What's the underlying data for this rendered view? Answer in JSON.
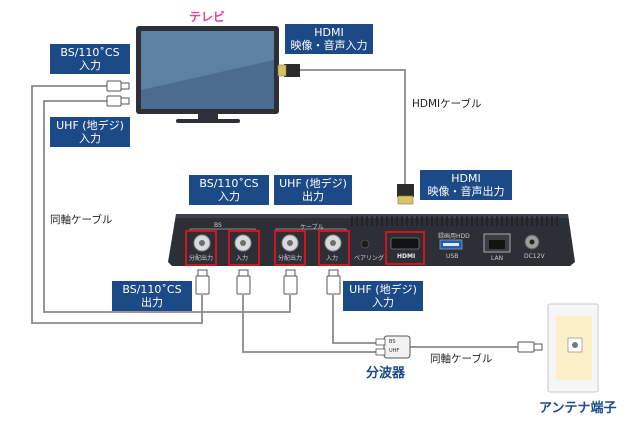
{
  "colors": {
    "label_box": "#1b4a87",
    "tv_label": "#e0439a",
    "device_title": "#1b4a87",
    "highlight": "#d0161c",
    "cable": "#888888",
    "device_body": "#2c2f36",
    "antenna_panel": "#fbf0c8"
  },
  "icons": {
    "tv": "tv-icon",
    "hdmi_plug": "hdmi-plug-icon",
    "rf_plug": "rf-plug-icon",
    "splitter": "splitter-icon",
    "antenna_outlet": "antenna-outlet-icon"
  },
  "tv": {
    "label": "テレビ",
    "hdmi_label_line1": "HDMI",
    "hdmi_label_line2": "映像・音声入力",
    "bs_label_line1": "BS/110˚CS",
    "bs_label_line2": "入力",
    "uhf_label_line1": "UHF (地デジ)",
    "uhf_label_line2": "入力"
  },
  "cables": {
    "hdmi": "HDMIケーブル",
    "coax_left": "同軸ケーブル",
    "coax_right": "同軸ケーブル"
  },
  "recorder": {
    "bs_input_line1": "BS/110˚CS",
    "bs_input_line2": "入力",
    "uhf_output_line1": "UHF (地デジ)",
    "uhf_output_line2": "出力",
    "hdmi_output_line1": "HDMI",
    "hdmi_output_line2": "映像・音声出力",
    "bs_output_line1": "BS/110˚CS",
    "bs_output_line2": "出力",
    "uhf_input_line1": "UHF (地デジ)",
    "uhf_input_line2": "入力",
    "ports": {
      "bs_group": "BS",
      "cable_group": "ケーブル",
      "distribution_out_1": "分配出力",
      "input_1": "入力",
      "distribution_out_2": "分配出力",
      "input_2": "入力",
      "pairing": "ペアリング",
      "hdmi": "HDMI",
      "usb_hdd": "録画用HDD",
      "usb": "USB",
      "lan": "LAN",
      "dc": "DC12V"
    }
  },
  "splitter": {
    "label": "分波器",
    "port_bs": "BS",
    "port_uhf": "UHF"
  },
  "antenna": {
    "label": "アンテナ端子"
  }
}
